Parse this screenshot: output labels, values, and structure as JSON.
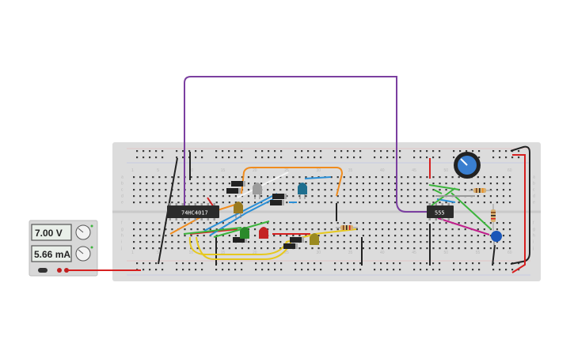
{
  "power_supply": {
    "voltage": "7.00 V",
    "current": "5.66 mA"
  },
  "chips": {
    "counter": "74HC4017",
    "timer": "555"
  },
  "breadboard": {
    "column_numbers": [
      "1",
      "5",
      "10",
      "15",
      "20",
      "25",
      "30",
      "35",
      "40",
      "45",
      "50",
      "55",
      "60"
    ],
    "row_letters_top": [
      "a",
      "b",
      "c",
      "d",
      "e"
    ],
    "row_letters_bottom": [
      "f",
      "g",
      "h",
      "i",
      "j"
    ]
  },
  "colors": {
    "wire_purple": "#7b3fa0",
    "wire_orange": "#f08c1e",
    "wire_yellow": "#e6c81e",
    "wire_green": "#3cb43c",
    "wire_blue": "#2a8fd6",
    "wire_red": "#d62020",
    "wire_black": "#222222",
    "wire_magenta": "#c0208c",
    "breadboard": "#dcdcdc"
  }
}
